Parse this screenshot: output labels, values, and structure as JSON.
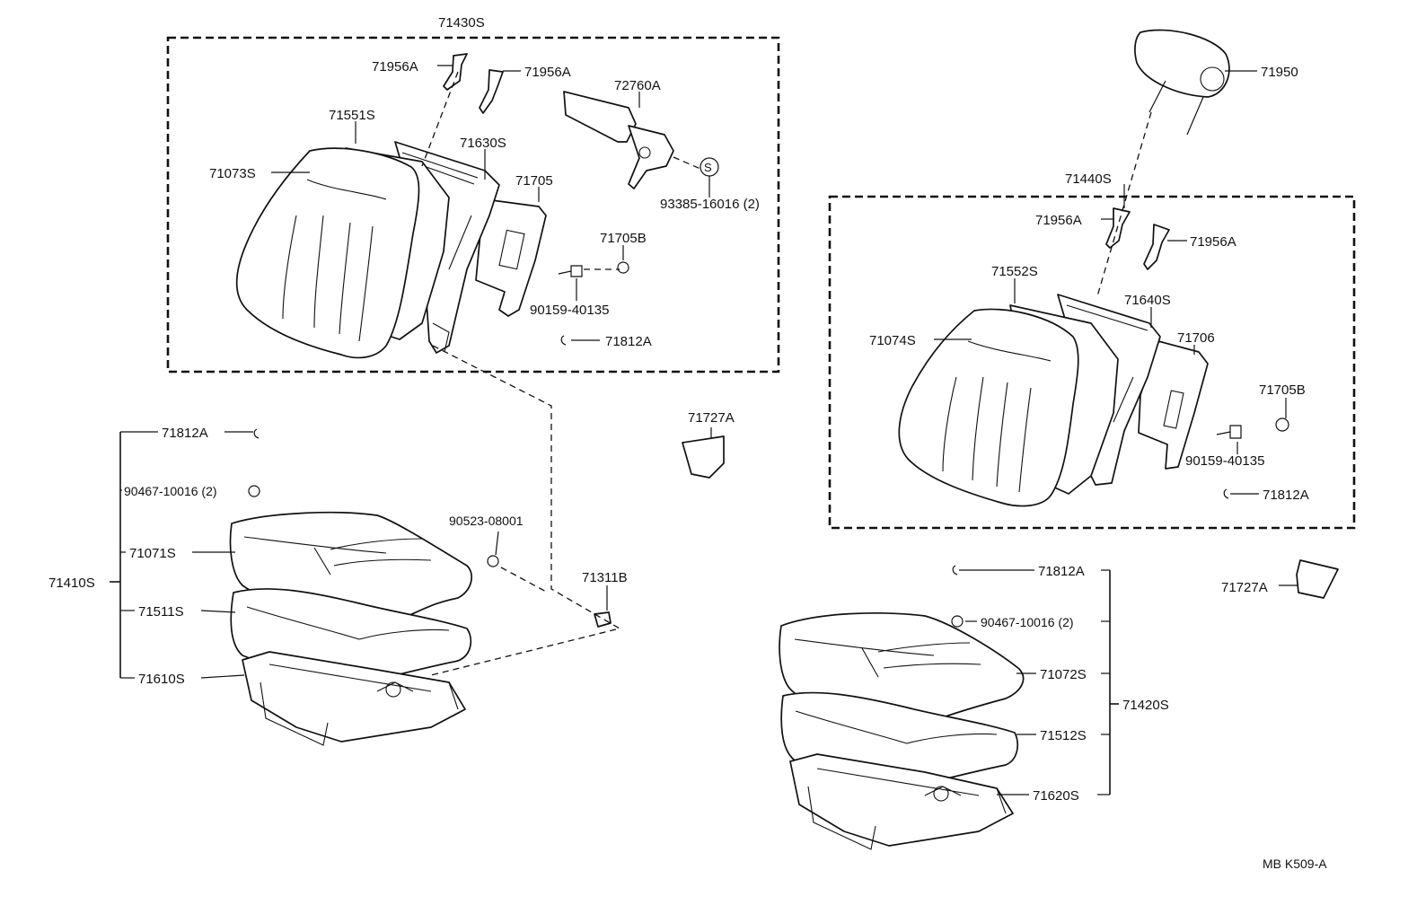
{
  "diagram": {
    "code": "MB K509-A",
    "labels": {
      "p71430S": "71430S",
      "p71956A_1": "71956A",
      "p71956A_2": "71956A",
      "p72760A": "72760A",
      "p71551S": "71551S",
      "p71630S": "71630S",
      "p71073S": "71073S",
      "p71705": "71705",
      "p93385": "93385-16016 (2)",
      "p71705B_1": "71705B",
      "p90159_1": "90159-40135",
      "p71812A_1": "71812A",
      "p71950": "71950",
      "p71440S": "71440S",
      "p71956A_3": "71956A",
      "p71956A_4": "71956A",
      "p71552S": "71552S",
      "p71640S": "71640S",
      "p71074S": "71074S",
      "p71706": "71706",
      "p71705B_2": "71705B",
      "p90159_2": "90159-40135",
      "p71812A_2": "71812A",
      "p71727A_1": "71727A",
      "p71727A_2": "71727A",
      "p71812A_3": "71812A",
      "p90467_1": "90467-10016 (2)",
      "p71071S": "71071S",
      "p71410S": "71410S",
      "p71511S": "71511S",
      "p71610S": "71610S",
      "p90523": "90523-08001",
      "p71311B": "71311B",
      "p71812A_4": "71812A",
      "p90467_2": "90467-10016 (2)",
      "p71072S": "71072S",
      "p71420S": "71420S",
      "p71512S": "71512S",
      "p71620S": "71620S"
    }
  }
}
